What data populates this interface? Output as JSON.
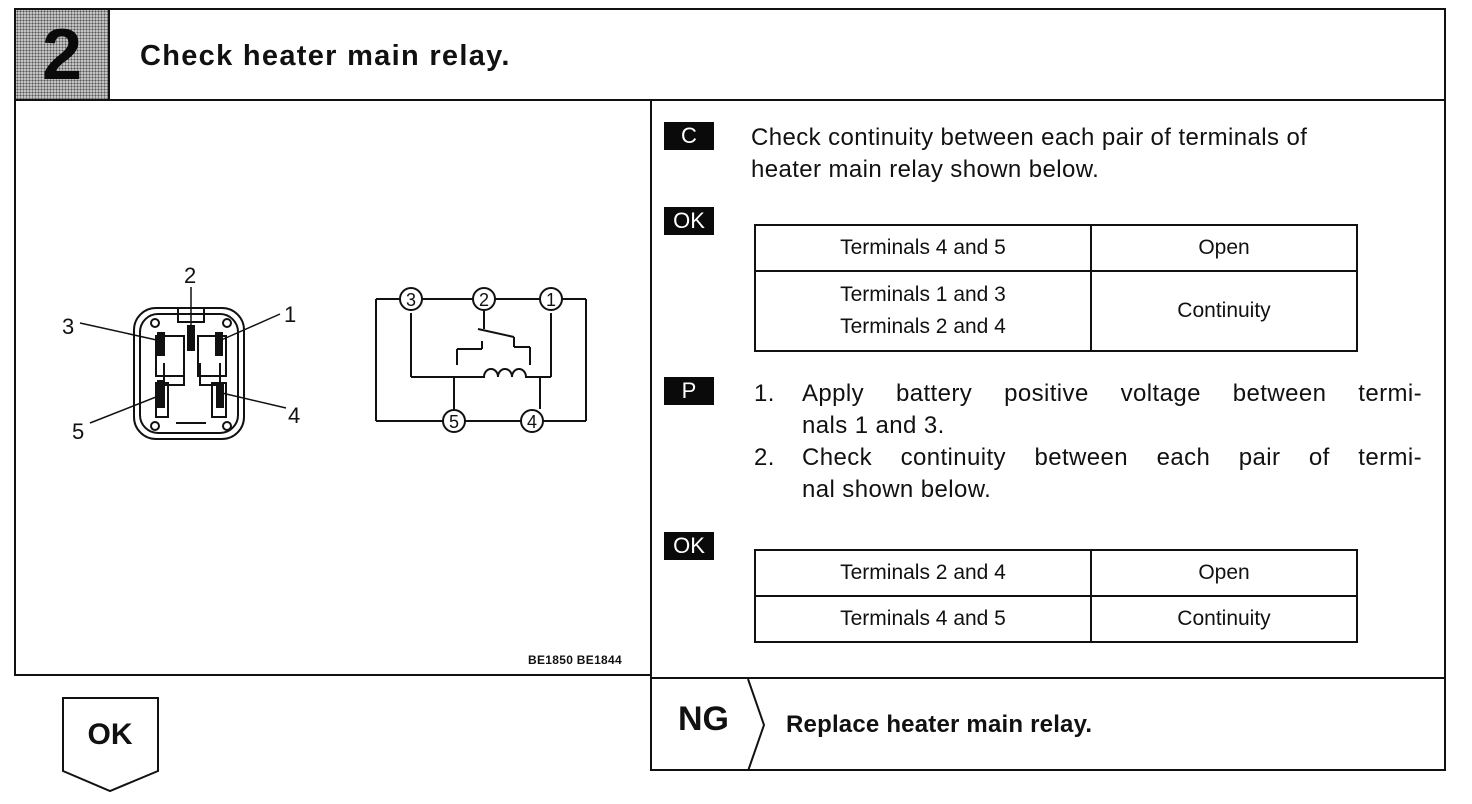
{
  "header": {
    "step_number": "2",
    "title": "Check heater main relay."
  },
  "figure": {
    "code": "BE1850  BE1844",
    "connector_labels": [
      "1",
      "2",
      "3",
      "4",
      "5"
    ],
    "schematic_terminals": [
      "1",
      "2",
      "3",
      "4",
      "5"
    ]
  },
  "check_cold": {
    "tag": "C",
    "line1": "Check continuity between each pair of terminals of",
    "line2": "heater main relay shown below."
  },
  "ok_tag_1": "OK",
  "table1": {
    "row1_left": "Terminals 4 and 5",
    "row1_right": "Open",
    "row2_left_a": "Terminals 1 and 3",
    "row2_left_b": "Terminals 2 and 4",
    "row2_right": "Continuity"
  },
  "check_power": {
    "tag": "P",
    "step1_num": "1.",
    "step1_line1": "Apply battery positive voltage between termi-",
    "step1_line2": "nals 1 and 3.",
    "step2_num": "2.",
    "step2_line1": "Check continuity between each pair of termi-",
    "step2_line2": "nal shown below."
  },
  "ok_tag_2": "OK",
  "table2": {
    "row1_left": "Terminals 2 and 4",
    "row1_right": "Open",
    "row2_left": "Terminals 4 and 5",
    "row2_right": "Continuity"
  },
  "result_ok": "OK",
  "result_ng": {
    "label": "NG",
    "action": "Replace heater main relay."
  }
}
